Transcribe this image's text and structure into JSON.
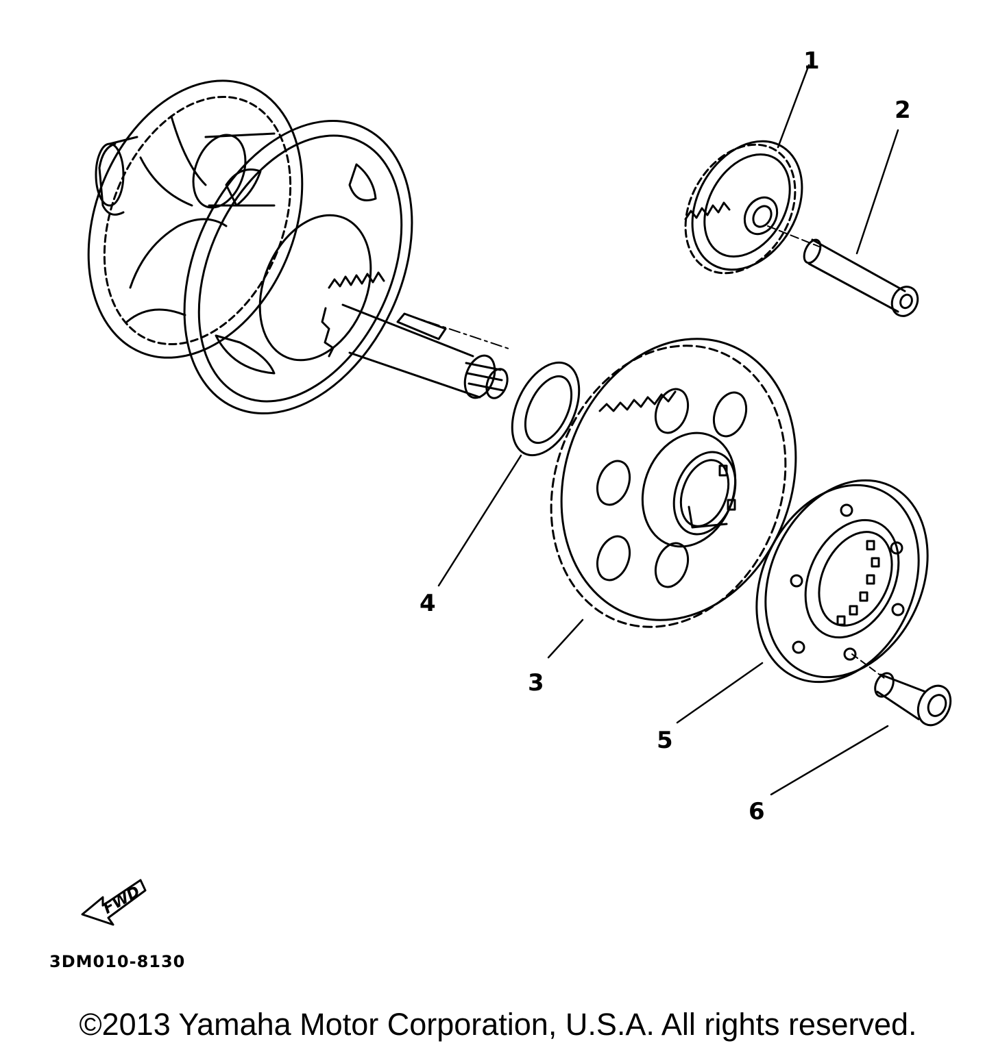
{
  "labels": {
    "p1": "1",
    "p2": "2",
    "p3": "3",
    "p4": "4",
    "p5": "5",
    "p6": "6"
  },
  "fwd": "FWD",
  "code": "3DM010-8130",
  "copyright": "©2013 Yamaha Motor Corporation, U.S.A. All rights reserved.",
  "colors": {
    "ink": "#000000",
    "paper": "#ffffff"
  }
}
